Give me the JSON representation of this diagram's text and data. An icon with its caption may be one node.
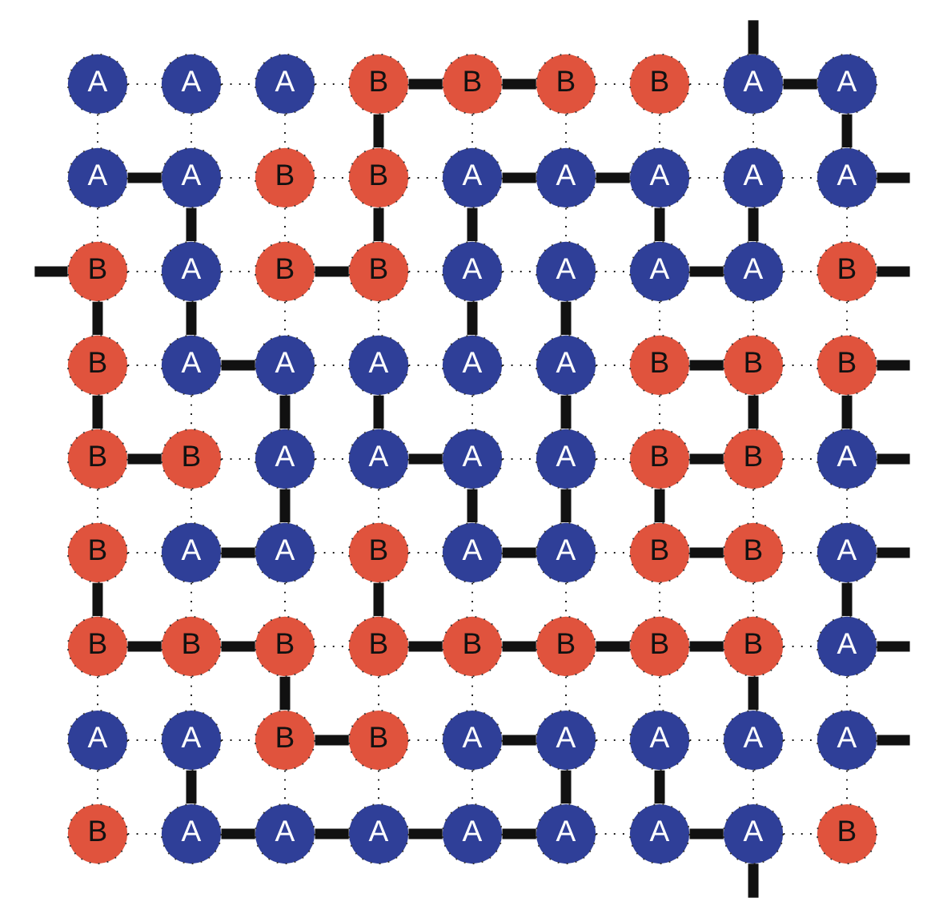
{
  "diagram": {
    "nodes": [
      {
        "text": [
          "A"
        ]
      },
      {
        "text": [
          "A"
        ]
      },
      {
        "text": [
          "A"
        ]
      },
      {
        "text": [
          "B"
        ]
      },
      {
        "text": [
          "B"
        ]
      },
      {
        "text": [
          "B"
        ]
      },
      {
        "text": [
          "B"
        ]
      },
      {
        "text": [
          "A"
        ]
      },
      {
        "text": [
          "A"
        ]
      },
      {
        "text": [
          "A"
        ]
      },
      {
        "text": [
          "A"
        ]
      },
      {
        "text": [
          "B"
        ]
      },
      {
        "text": [
          "B"
        ]
      },
      {
        "text": [
          "A"
        ]
      },
      {
        "text": [
          "A"
        ]
      },
      {
        "text": [
          "A"
        ]
      },
      {
        "text": [
          "A"
        ]
      },
      {
        "text": [
          "A"
        ]
      },
      {
        "text": [
          "B"
        ]
      },
      {
        "text": [
          "A"
        ]
      },
      {
        "text": [
          "B"
        ]
      },
      {
        "text": [
          "B"
        ]
      },
      {
        "text": [
          "A"
        ]
      },
      {
        "text": [
          "A"
        ]
      },
      {
        "text": [
          "A"
        ]
      },
      {
        "text": [
          "A"
        ]
      },
      {
        "text": [
          "B"
        ]
      },
      {
        "text": [
          "B"
        ]
      },
      {
        "text": [
          "A"
        ]
      },
      {
        "text": [
          "A"
        ]
      },
      {
        "text": [
          "A"
        ]
      },
      {
        "text": [
          "A"
        ]
      },
      {
        "text": [
          "A"
        ]
      },
      {
        "text": [
          "B"
        ]
      },
      {
        "text": [
          "B"
        ]
      },
      {
        "text": [
          "B"
        ]
      },
      {
        "text": [
          "B"
        ]
      },
      {
        "text": [
          "B"
        ]
      },
      {
        "text": [
          "A"
        ]
      },
      {
        "text": [
          "A"
        ]
      },
      {
        "text": [
          "A"
        ]
      },
      {
        "text": [
          "A"
        ]
      },
      {
        "text": [
          "B"
        ]
      },
      {
        "text": [
          "B"
        ]
      },
      {
        "text": [
          "A"
        ]
      },
      {
        "text": [
          "B"
        ]
      },
      {
        "text": [
          "A"
        ]
      },
      {
        "text": [
          "A"
        ]
      },
      {
        "text": [
          "B"
        ]
      },
      {
        "text": [
          "A"
        ]
      },
      {
        "text": [
          "A"
        ]
      },
      {
        "text": [
          "B"
        ]
      },
      {
        "text": [
          "B"
        ]
      },
      {
        "text": [
          "A"
        ]
      },
      {
        "text": [
          "B"
        ]
      },
      {
        "text": [
          "B"
        ]
      },
      {
        "text": [
          "B"
        ]
      },
      {
        "text": [
          "B"
        ]
      },
      {
        "text": [
          "B"
        ]
      },
      {
        "text": [
          "B"
        ]
      },
      {
        "text": [
          "B"
        ]
      },
      {
        "text": [
          "B"
        ]
      },
      {
        "text": [
          "A"
        ]
      },
      {
        "text": [
          "A"
        ]
      },
      {
        "text": [
          "A"
        ]
      },
      {
        "text": [
          "B"
        ]
      },
      {
        "text": [
          "B"
        ]
      },
      {
        "text": [
          "A"
        ]
      },
      {
        "text": [
          "A"
        ]
      },
      {
        "text": [
          "A"
        ]
      },
      {
        "text": [
          "A"
        ]
      },
      {
        "text": [
          "A"
        ]
      },
      {
        "text": [
          "B"
        ]
      },
      {
        "text": [
          "A"
        ]
      },
      {
        "text": [
          "A"
        ]
      },
      {
        "text": [
          "A"
        ]
      },
      {
        "text": [
          "A"
        ]
      },
      {
        "text": [
          "A"
        ]
      },
      {
        "text": [
          "A"
        ]
      },
      {
        "text": [
          "A"
        ]
      },
      {
        "text": [
          "B"
        ]
      }
    ],
    "edges": [
      {
        "from": 0,
        "to": 1,
        "arrow": "none",
        "style": "dashed"
      },
      {
        "from": 1,
        "to": 2,
        "arrow": "none",
        "style": "dashed"
      },
      {
        "from": 2,
        "to": 3,
        "arrow": "none",
        "style": "dashed"
      },
      {
        "from": 3,
        "to": 4,
        "arrow": "none",
        "style": "thick"
      },
      {
        "from": 4,
        "to": 5,
        "arrow": "none",
        "style": "thick"
      },
      {
        "from": 5,
        "to": 6,
        "arrow": "none",
        "style": "dashed"
      },
      {
        "from": 6,
        "to": 7,
        "arrow": "none",
        "style": "dashed"
      },
      {
        "from": 7,
        "to": 8,
        "arrow": "none",
        "style": "thick"
      },
      {
        "from": null,
        "to": 7,
        "arrow": "none",
        "style": "thick"
      },
      {
        "from": 0,
        "to": 9,
        "arrow": "none",
        "style": "dashed"
      },
      {
        "from": 1,
        "to": 10,
        "arrow": "none",
        "style": "dashed"
      },
      {
        "from": 2,
        "to": 11,
        "arrow": "none",
        "style": "dashed"
      },
      {
        "from": 3,
        "to": 12,
        "arrow": "none",
        "style": "thick"
      },
      {
        "from": 4,
        "to": 13,
        "arrow": "none",
        "style": "dashed"
      },
      {
        "from": 5,
        "to": 14,
        "arrow": "none",
        "style": "dashed"
      },
      {
        "from": 6,
        "to": 15,
        "arrow": "none",
        "style": "dashed"
      },
      {
        "from": 7,
        "to": 16,
        "arrow": "none",
        "style": "dashed"
      },
      {
        "from": 8,
        "to": 17,
        "arrow": "none",
        "style": "thick"
      },
      {
        "from": 9,
        "to": 10,
        "arrow": "none",
        "style": "thick"
      },
      {
        "from": 10,
        "to": 11,
        "arrow": "none",
        "style": "dashed"
      },
      {
        "from": 11,
        "to": 12,
        "arrow": "none",
        "style": "dashed"
      },
      {
        "from": 12,
        "to": 13,
        "arrow": "none",
        "style": "dashed"
      },
      {
        "from": 13,
        "to": 14,
        "arrow": "none",
        "style": "thick"
      },
      {
        "from": 14,
        "to": 15,
        "arrow": "none",
        "style": "thick"
      },
      {
        "from": 15,
        "to": 16,
        "arrow": "none",
        "style": "dashed"
      },
      {
        "from": 16,
        "to": 17,
        "arrow": "none",
        "style": "dashed"
      },
      {
        "from": 17,
        "to": null,
        "arrow": "none",
        "style": "thick"
      },
      {
        "from": 9,
        "to": 18,
        "arrow": "none",
        "style": "dashed"
      },
      {
        "from": 10,
        "to": 19,
        "arrow": "none",
        "style": "thick"
      },
      {
        "from": 11,
        "to": 20,
        "arrow": "none",
        "style": "dashed"
      },
      {
        "from": 12,
        "to": 21,
        "arrow": "none",
        "style": "thick"
      },
      {
        "from": 13,
        "to": 22,
        "arrow": "none",
        "style": "thick"
      },
      {
        "from": 14,
        "to": 23,
        "arrow": "none",
        "style": "dashed"
      },
      {
        "from": 15,
        "to": 24,
        "arrow": "none",
        "style": "thick"
      },
      {
        "from": 16,
        "to": 25,
        "arrow": "none",
        "style": "thick"
      },
      {
        "from": 17,
        "to": 26,
        "arrow": "none",
        "style": "dashed"
      },
      {
        "from": 18,
        "to": 19,
        "arrow": "none",
        "style": "dashed"
      },
      {
        "from": 19,
        "to": 20,
        "arrow": "none",
        "style": "dashed"
      },
      {
        "from": 20,
        "to": 21,
        "arrow": "none",
        "style": "thick"
      },
      {
        "from": 21,
        "to": 22,
        "arrow": "none",
        "style": "dashed"
      },
      {
        "from": 22,
        "to": 23,
        "arrow": "none",
        "style": "dashed"
      },
      {
        "from": 23,
        "to": 24,
        "arrow": "none",
        "style": "dashed"
      },
      {
        "from": 24,
        "to": 25,
        "arrow": "none",
        "style": "thick"
      },
      {
        "from": 25,
        "to": 26,
        "arrow": "none",
        "style": "dashed"
      },
      {
        "from": null,
        "to": 18,
        "arrow": "none",
        "style": "thick"
      },
      {
        "from": 26,
        "to": null,
        "arrow": "none",
        "style": "thick"
      },
      {
        "from": 18,
        "to": 27,
        "arrow": "none",
        "style": "thick"
      },
      {
        "from": 19,
        "to": 28,
        "arrow": "none",
        "style": "thick"
      },
      {
        "from": 20,
        "to": 29,
        "arrow": "none",
        "style": "dashed"
      },
      {
        "from": 21,
        "to": 30,
        "arrow": "none",
        "style": "dashed"
      },
      {
        "from": 22,
        "to": 31,
        "arrow": "none",
        "style": "thick"
      },
      {
        "from": 23,
        "to": 32,
        "arrow": "none",
        "style": "thick"
      },
      {
        "from": 24,
        "to": 33,
        "arrow": "none",
        "style": "dashed"
      },
      {
        "from": 25,
        "to": 34,
        "arrow": "none",
        "style": "dashed"
      },
      {
        "from": 26,
        "to": 35,
        "arrow": "none",
        "style": "dashed"
      },
      {
        "from": 27,
        "to": 28,
        "arrow": "none",
        "style": "dashed"
      },
      {
        "from": 28,
        "to": 29,
        "arrow": "none",
        "style": "thick"
      },
      {
        "from": 29,
        "to": 30,
        "arrow": "none",
        "style": "dashed"
      },
      {
        "from": 30,
        "to": 31,
        "arrow": "none",
        "style": "dashed"
      },
      {
        "from": 31,
        "to": 32,
        "arrow": "none",
        "style": "dashed"
      },
      {
        "from": 32,
        "to": 33,
        "arrow": "none",
        "style": "dashed"
      },
      {
        "from": 33,
        "to": 34,
        "arrow": "none",
        "style": "thick"
      },
      {
        "from": 34,
        "to": 35,
        "arrow": "none",
        "style": "dashed"
      },
      {
        "from": 35,
        "to": null,
        "arrow": "none",
        "style": "thick"
      },
      {
        "from": 27,
        "to": 36,
        "arrow": "none",
        "style": "thick"
      },
      {
        "from": 28,
        "to": 37,
        "arrow": "none",
        "style": "dashed"
      },
      {
        "from": 29,
        "to": 38,
        "arrow": "none",
        "style": "thick"
      },
      {
        "from": 30,
        "to": 39,
        "arrow": "none",
        "style": "thick"
      },
      {
        "from": 31,
        "to": 40,
        "arrow": "none",
        "style": "dashed"
      },
      {
        "from": 32,
        "to": 41,
        "arrow": "none",
        "style": "thick"
      },
      {
        "from": 33,
        "to": 42,
        "arrow": "none",
        "style": "dashed"
      },
      {
        "from": 34,
        "to": 43,
        "arrow": "none",
        "style": "thick"
      },
      {
        "from": 35,
        "to": 44,
        "arrow": "none",
        "style": "thick"
      },
      {
        "from": 36,
        "to": 37,
        "arrow": "none",
        "style": "thick"
      },
      {
        "from": 37,
        "to": 38,
        "arrow": "none",
        "style": "dashed"
      },
      {
        "from": 38,
        "to": 39,
        "arrow": "none",
        "style": "dashed"
      },
      {
        "from": 39,
        "to": 40,
        "arrow": "none",
        "style": "thick"
      },
      {
        "from": 40,
        "to": 41,
        "arrow": "none",
        "style": "dashed"
      },
      {
        "from": 41,
        "to": 42,
        "arrow": "none",
        "style": "dashed"
      },
      {
        "from": 42,
        "to": 43,
        "arrow": "none",
        "style": "thick"
      },
      {
        "from": 43,
        "to": 44,
        "arrow": "none",
        "style": "dashed"
      },
      {
        "from": 44,
        "to": null,
        "arrow": "none",
        "style": "thick"
      },
      {
        "from": 36,
        "to": 45,
        "arrow": "none",
        "style": "dashed"
      },
      {
        "from": 37,
        "to": 46,
        "arrow": "none",
        "style": "dashed"
      },
      {
        "from": 38,
        "to": 47,
        "arrow": "none",
        "style": "thick"
      },
      {
        "from": 39,
        "to": 48,
        "arrow": "none",
        "style": "dashed"
      },
      {
        "from": 40,
        "to": 49,
        "arrow": "none",
        "style": "thick"
      },
      {
        "from": 41,
        "to": 50,
        "arrow": "none",
        "style": "thick"
      },
      {
        "from": 42,
        "to": 51,
        "arrow": "none",
        "style": "thick"
      },
      {
        "from": 43,
        "to": 52,
        "arrow": "none",
        "style": "dashed"
      },
      {
        "from": 44,
        "to": 53,
        "arrow": "none",
        "style": "dashed"
      },
      {
        "from": 45,
        "to": 46,
        "arrow": "none",
        "style": "dashed"
      },
      {
        "from": 46,
        "to": 47,
        "arrow": "none",
        "style": "thick"
      },
      {
        "from": 47,
        "to": 48,
        "arrow": "none",
        "style": "dashed"
      },
      {
        "from": 48,
        "to": 49,
        "arrow": "none",
        "style": "dashed"
      },
      {
        "from": 49,
        "to": 50,
        "arrow": "none",
        "style": "thick"
      },
      {
        "from": 50,
        "to": 51,
        "arrow": "none",
        "style": "dashed"
      },
      {
        "from": 51,
        "to": 52,
        "arrow": "none",
        "style": "thick"
      },
      {
        "from": 52,
        "to": 53,
        "arrow": "none",
        "style": "dashed"
      },
      {
        "from": 53,
        "to": null,
        "arrow": "none",
        "style": "thick"
      },
      {
        "from": 45,
        "to": 54,
        "arrow": "none",
        "style": "thick"
      },
      {
        "from": 46,
        "to": 55,
        "arrow": "none",
        "style": "dashed"
      },
      {
        "from": 47,
        "to": 56,
        "arrow": "none",
        "style": "dashed"
      },
      {
        "from": 48,
        "to": 57,
        "arrow": "none",
        "style": "thick"
      },
      {
        "from": 49,
        "to": 58,
        "arrow": "none",
        "style": "dashed"
      },
      {
        "from": 50,
        "to": 59,
        "arrow": "none",
        "style": "dashed"
      },
      {
        "from": 51,
        "to": 60,
        "arrow": "none",
        "style": "dashed"
      },
      {
        "from": 52,
        "to": 61,
        "arrow": "none",
        "style": "dashed"
      },
      {
        "from": 53,
        "to": 62,
        "arrow": "none",
        "style": "thick"
      },
      {
        "from": 54,
        "to": 55,
        "arrow": "none",
        "style": "thick"
      },
      {
        "from": 55,
        "to": 56,
        "arrow": "none",
        "style": "thick"
      },
      {
        "from": 56,
        "to": 57,
        "arrow": "none",
        "style": "dashed"
      },
      {
        "from": 57,
        "to": 58,
        "arrow": "none",
        "style": "thick"
      },
      {
        "from": 58,
        "to": 59,
        "arrow": "none",
        "style": "thick"
      },
      {
        "from": 59,
        "to": 60,
        "arrow": "none",
        "style": "thick"
      },
      {
        "from": 60,
        "to": 61,
        "arrow": "none",
        "style": "thick"
      },
      {
        "from": 61,
        "to": 62,
        "arrow": "none",
        "style": "dashed"
      },
      {
        "from": 62,
        "to": null,
        "arrow": "none",
        "style": "thick"
      },
      {
        "from": 54,
        "to": 63,
        "arrow": "none",
        "style": "dashed"
      },
      {
        "from": 55,
        "to": 64,
        "arrow": "none",
        "style": "dashed"
      },
      {
        "from": 56,
        "to": 65,
        "arrow": "none",
        "style": "thick"
      },
      {
        "from": 57,
        "to": 66,
        "arrow": "none",
        "style": "dashed"
      },
      {
        "from": 58,
        "to": 67,
        "arrow": "none",
        "style": "dashed"
      },
      {
        "from": 59,
        "to": 68,
        "arrow": "none",
        "style": "dashed"
      },
      {
        "from": 60,
        "to": 69,
        "arrow": "none",
        "style": "dashed"
      },
      {
        "from": 61,
        "to": 70,
        "arrow": "none",
        "style": "thick"
      },
      {
        "from": 62,
        "to": 71,
        "arrow": "none",
        "style": "dashed"
      },
      {
        "from": 63,
        "to": 64,
        "arrow": "none",
        "style": "dashed"
      },
      {
        "from": 64,
        "to": 65,
        "arrow": "none",
        "style": "dashed"
      },
      {
        "from": 65,
        "to": 66,
        "arrow": "none",
        "style": "thick"
      },
      {
        "from": 66,
        "to": 67,
        "arrow": "none",
        "style": "dashed"
      },
      {
        "from": 67,
        "to": 68,
        "arrow": "none",
        "style": "thick"
      },
      {
        "from": 68,
        "to": 69,
        "arrow": "none",
        "style": "dashed"
      },
      {
        "from": 69,
        "to": 70,
        "arrow": "none",
        "style": "dashed"
      },
      {
        "from": 70,
        "to": 71,
        "arrow": "none",
        "style": "dashed"
      },
      {
        "from": 71,
        "to": null,
        "arrow": "none",
        "style": "thick"
      },
      {
        "from": 63,
        "to": 72,
        "arrow": "none",
        "style": "dashed"
      },
      {
        "from": 64,
        "to": 73,
        "arrow": "none",
        "style": "thick"
      },
      {
        "from": 65,
        "to": 74,
        "arrow": "none",
        "style": "dashed"
      },
      {
        "from": 66,
        "to": 75,
        "arrow": "none",
        "style": "dashed"
      },
      {
        "from": 67,
        "to": 76,
        "arrow": "none",
        "style": "dashed"
      },
      {
        "from": 68,
        "to": 77,
        "arrow": "none",
        "style": "thick"
      },
      {
        "from": 69,
        "to": 78,
        "arrow": "none",
        "style": "thick"
      },
      {
        "from": 70,
        "to": 79,
        "arrow": "none",
        "style": "dashed"
      },
      {
        "from": 71,
        "to": 80,
        "arrow": "none",
        "style": "dashed"
      },
      {
        "from": 72,
        "to": 73,
        "arrow": "none",
        "style": "dashed"
      },
      {
        "from": 73,
        "to": 74,
        "arrow": "none",
        "style": "thick"
      },
      {
        "from": 74,
        "to": 75,
        "arrow": "none",
        "style": "thick"
      },
      {
        "from": 75,
        "to": 76,
        "arrow": "none",
        "style": "thick"
      },
      {
        "from": 76,
        "to": 77,
        "arrow": "none",
        "style": "thick"
      },
      {
        "from": 77,
        "to": 78,
        "arrow": "none",
        "style": "dashed"
      },
      {
        "from": 78,
        "to": 79,
        "arrow": "none",
        "style": "thick"
      },
      {
        "from": 79,
        "to": 80,
        "arrow": "none",
        "style": "dashed"
      },
      {
        "from": 79,
        "to": null,
        "arrow": "none",
        "style": "thick"
      }
    ]
  }
}
